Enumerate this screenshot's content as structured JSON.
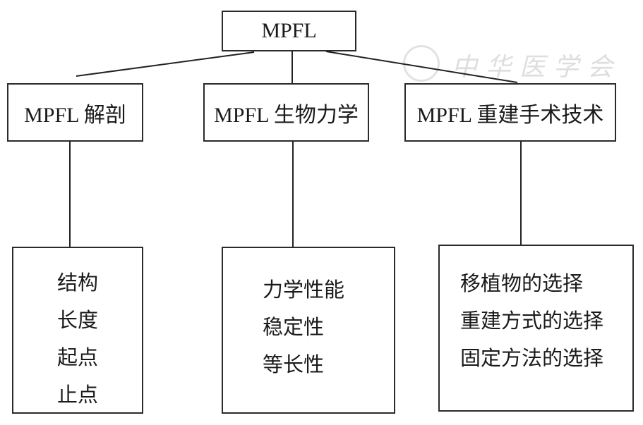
{
  "diagram": {
    "root": {
      "label": "MPFL"
    },
    "branches": [
      {
        "label": "MPFL 解剖",
        "items": [
          "结构",
          "长度",
          "起点",
          "止点"
        ]
      },
      {
        "label": "MPFL 生物力学",
        "items": [
          "力学性能",
          "稳定性",
          "等长性"
        ]
      },
      {
        "label": "MPFL 重建手术技术",
        "items": [
          "移植物的选择",
          "重建方式的选择",
          "固定方法的选择"
        ]
      }
    ]
  },
  "watermark": {
    "text": "中华医学会"
  }
}
